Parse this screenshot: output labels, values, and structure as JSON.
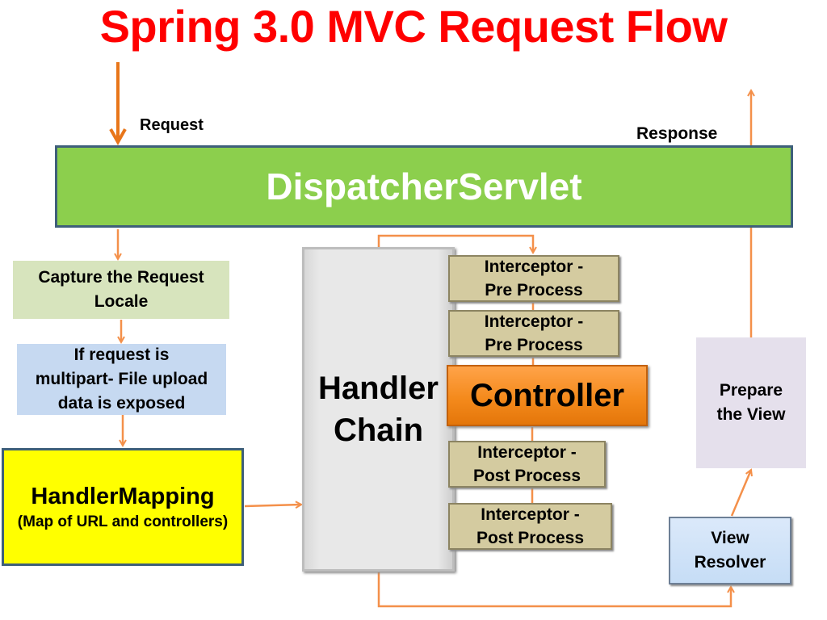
{
  "title": "Spring 3.0 MVC Request Flow",
  "labels": {
    "request": "Request",
    "response": "Response"
  },
  "nodes": {
    "dispatcher": "DispatcherServlet",
    "capture_locale": [
      "Capture the Request",
      "Locale"
    ],
    "multipart": [
      "If request is",
      "multipart- File upload",
      "data is exposed"
    ],
    "handler_mapping": {
      "title": "HandlerMapping",
      "subtitle": "(Map of URL and controllers)"
    },
    "handler_chain": [
      "Handler",
      "Chain"
    ],
    "interceptors": [
      {
        "line1": "Interceptor  -",
        "line2": "Pre Process"
      },
      {
        "line1": "Interceptor  -",
        "line2": "Pre Process"
      },
      {
        "line1": "Interceptor  -",
        "line2": "Post Process"
      },
      {
        "line1": "Interceptor  -",
        "line2": "Post Process"
      }
    ],
    "controller": "Controller",
    "prepare_view": [
      "Prepare",
      "the View"
    ],
    "view_resolver": [
      "View",
      "Resolver"
    ]
  },
  "colors": {
    "title": "#ff0000",
    "dispatcher_fill": "#8ccf4d",
    "arrow": "#f4904a",
    "request_arrow": "#e8761a",
    "controller_fill": "#f48a1c",
    "handler_mapping_fill": "#ffff00",
    "interceptor_fill": "#d4cba0"
  }
}
